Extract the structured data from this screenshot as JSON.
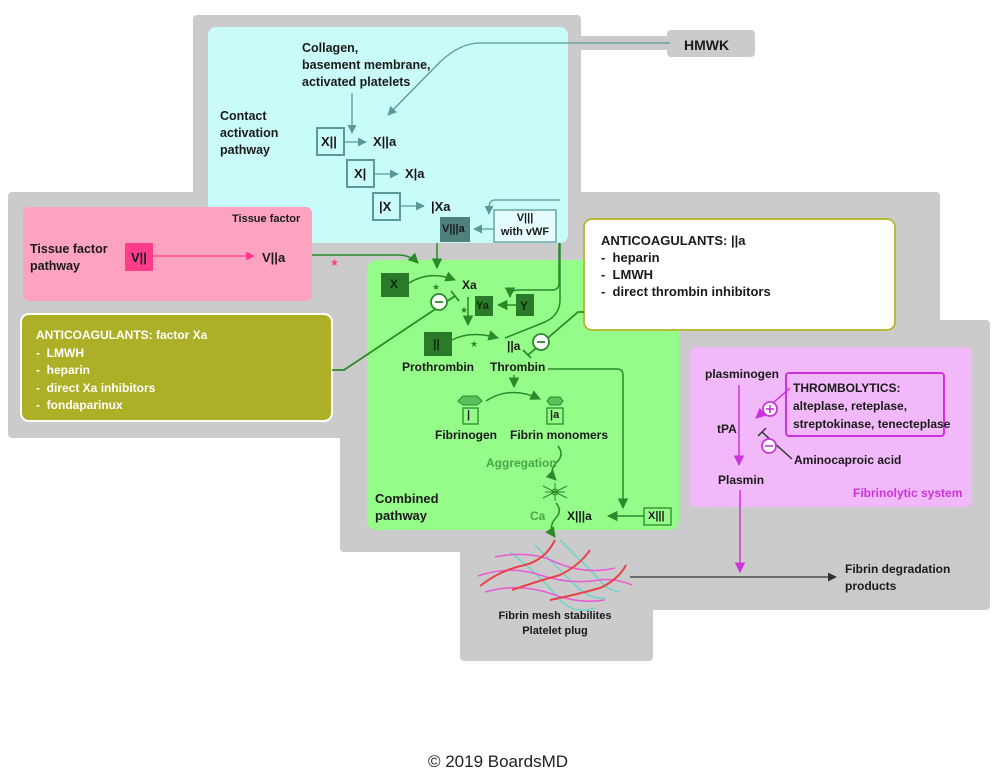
{
  "hmwk": "HMWK",
  "contact": {
    "title": [
      "Contact",
      "activation",
      "pathway"
    ],
    "triggers": [
      "Collagen,",
      "basement membrane,",
      "activated platelets"
    ],
    "factors": [
      {
        "from": "X||",
        "to": "X||a"
      },
      {
        "from": "X|",
        "to": "X|a"
      },
      {
        "from": "|X",
        "to": "|Xa"
      }
    ],
    "viiia": "V|||a",
    "viii": [
      "V|||",
      "with vWF"
    ]
  },
  "tissue_factor": {
    "corner_label": "Tissue factor",
    "title": [
      "Tissue factor",
      "pathway"
    ],
    "from": "V||",
    "to": "V||a"
  },
  "anticoag_xa": {
    "title": "ANTICOAGULANTS: factor Xa",
    "items": [
      "-  LMWH",
      "-  heparin",
      "-  direct Xa inhibitors",
      "-  fondaparinux"
    ]
  },
  "anticoag_iia": {
    "title": "ANTICOAGULANTS: ||a",
    "items": [
      "-  heparin",
      "-  LMWH",
      "-  direct thrombin inhibitors"
    ]
  },
  "combined": {
    "title": [
      "Combined",
      "pathway"
    ],
    "x": "X",
    "xa": "Xa",
    "ya": "Ya",
    "y": "Y",
    "ii": "||",
    "iia": "||a",
    "prothrombin": "Prothrombin",
    "thrombin": "Thrombin",
    "i": "|",
    "ia": "|a",
    "fibrinogen": "Fibrinogen",
    "fibrin_monomers": "Fibrin monomers",
    "aggregation": "Aggregation",
    "ca": "Ca",
    "xiiia": "X|||a",
    "xiii": "X|||"
  },
  "fibrinolytic": {
    "title": "Fibrinolytic system",
    "plasminogen": "plasminogen",
    "tpa": "tPA",
    "plasmin": "Plasmin",
    "thrombolytics_title": "THROMBOLYTICS:",
    "thrombolytics_items": [
      "alteplase, reteplase,",
      "streptokinase, tenecteplase"
    ],
    "aminocaproic": "Aminocaproic acid",
    "plus": "+",
    "minus": "−"
  },
  "mesh": [
    "Fibrin mesh stabilites",
    "Platelet plug"
  ],
  "degradation": [
    "Fibrin degradation",
    "products"
  ],
  "footer": "© 2019 BoardsMD",
  "colors": {
    "grey_bg": "#cbcbcb",
    "contact_bg": "#c9fbf8",
    "tissue_bg": "#fda3c0",
    "anticoag_xa_bg": "#adaf26",
    "combined_bg": "#95fb89",
    "fibrinolytic_bg": "#f1b9f9",
    "dark_green": "#2a8a2a",
    "teal": "#5a9a96",
    "magenta": "#cc33dd",
    "pink": "#ff3d8a"
  }
}
